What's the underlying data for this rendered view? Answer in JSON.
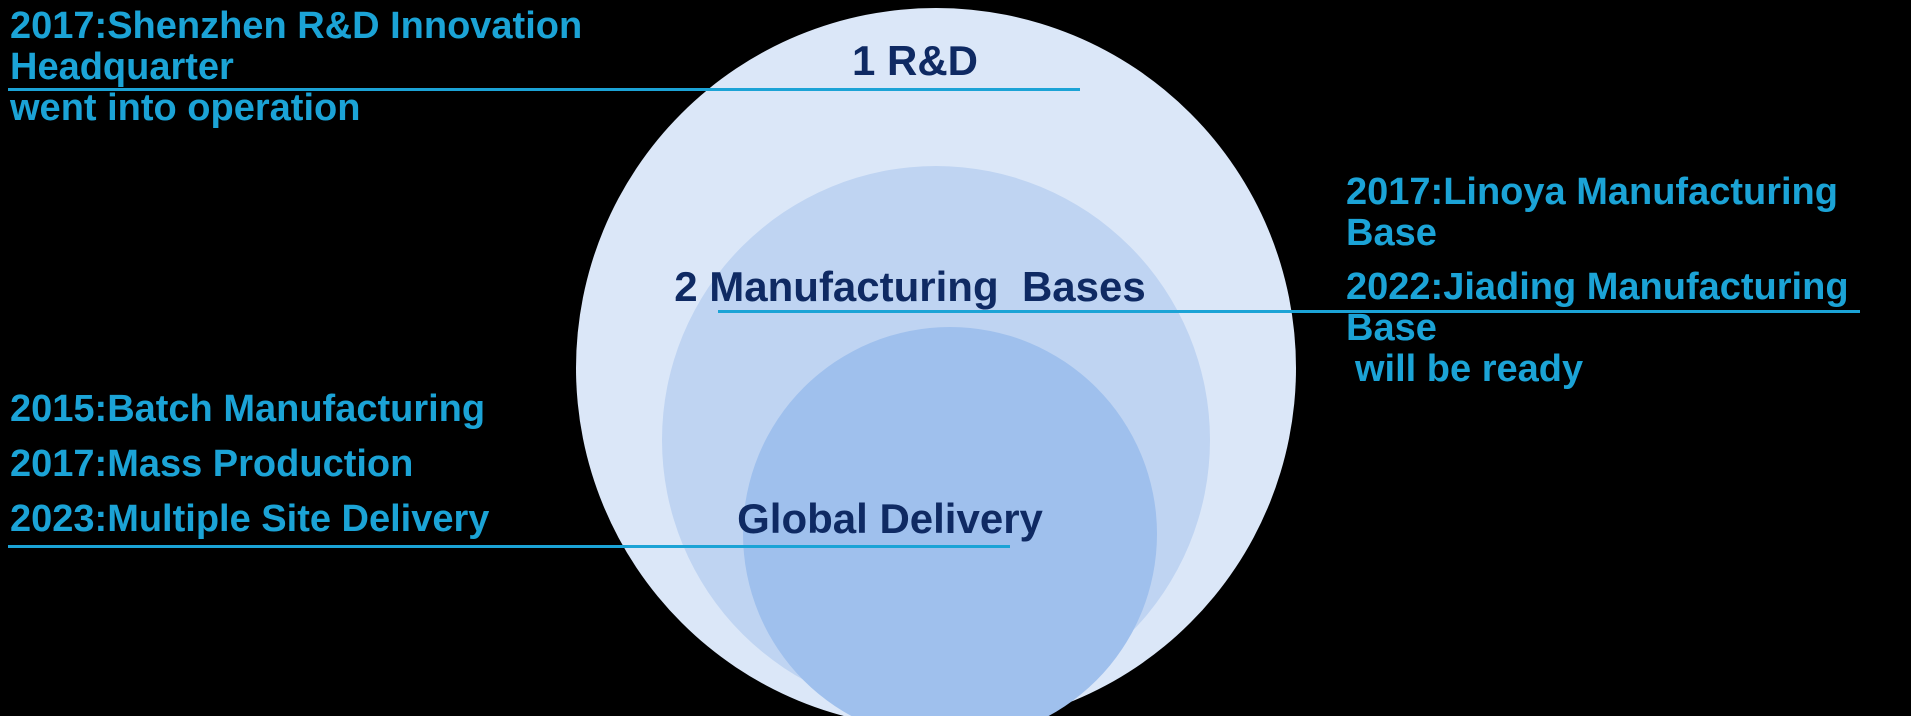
{
  "colors": {
    "background": "#000000",
    "outer_circle": "#dbe7f8",
    "middle_circle": "#bfd4f2",
    "inner_circle": "#9fc0ed",
    "accent_cyan": "#1ba3d6",
    "navy_text": "#0f2a63"
  },
  "rings": {
    "outer_label": "1 R&D",
    "middle_label": "2 Manufacturing  Bases",
    "inner_label": "Global Delivery"
  },
  "annotations": {
    "top_left": {
      "line1": "2017:Shenzhen R&D Innovation Headquarter",
      "line2": "went into operation"
    },
    "left": {
      "line1": "2015:Batch Manufacturing",
      "line2": "2017:Mass Production",
      "line3": "2023:Multiple Site Delivery"
    },
    "right": {
      "line1": "2017:Linoya Manufacturing Base",
      "line2": "2022:Jiading Manufacturing Base",
      "line3": "will be ready"
    }
  }
}
